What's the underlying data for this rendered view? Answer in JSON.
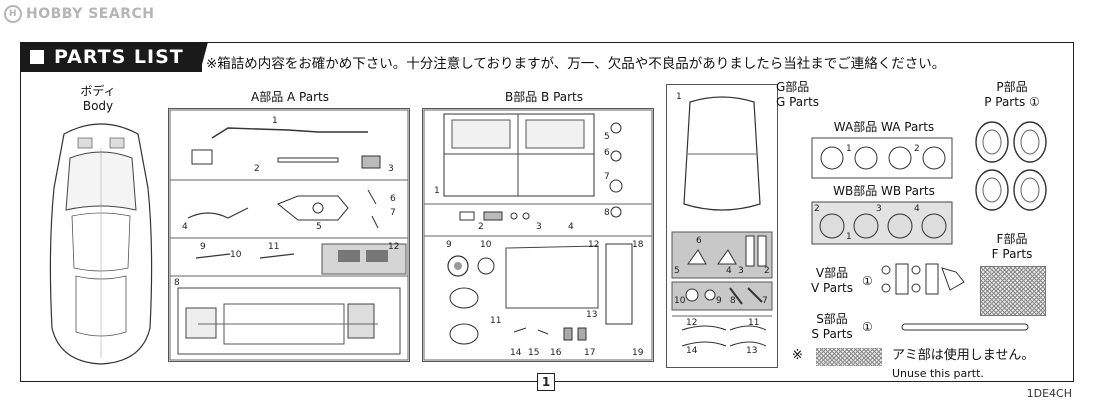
{
  "watermark": {
    "logo": "H",
    "text": "HOBBY SEARCH"
  },
  "header": {
    "title": "PARTS LIST"
  },
  "notice": "※箱詰め内容をお確かめ下さい。十分注意しておりますが、万一、欠品や不良品がありましたら当社までご連絡ください。",
  "body": {
    "label_jp": "ボディ",
    "label_en": "Body"
  },
  "a_parts": {
    "label": "A部品 A Parts",
    "numbers": [
      "1",
      "2",
      "3",
      "4",
      "5",
      "6",
      "7",
      "8",
      "9",
      "10",
      "11",
      "12"
    ]
  },
  "b_parts": {
    "label": "B部品 B Parts",
    "numbers": [
      "1",
      "2",
      "3",
      "4",
      "5",
      "6",
      "7",
      "8",
      "9",
      "10",
      "11",
      "12",
      "13",
      "14",
      "15",
      "16",
      "17",
      "18",
      "19"
    ]
  },
  "g_parts": {
    "label_jp": "G部品",
    "label_en": "G Parts",
    "numbers": [
      "1",
      "2",
      "3",
      "4",
      "5",
      "6",
      "7",
      "8",
      "9",
      "10",
      "11",
      "12",
      "13",
      "14"
    ]
  },
  "wa_parts": {
    "label": "WA部品  WA Parts",
    "numbers": [
      "1",
      "2"
    ]
  },
  "wb_parts": {
    "label": "WB部品  WB Parts",
    "numbers": [
      "1",
      "2",
      "3",
      "4"
    ]
  },
  "p_parts": {
    "label_jp": "P部品",
    "label_en": "P Parts ①"
  },
  "f_parts": {
    "label_jp": "F部品",
    "label_en": "F Parts"
  },
  "v_parts": {
    "label_jp": "V部品",
    "label_en": "V Parts",
    "qty": "①"
  },
  "s_parts": {
    "label_jp": "S部品",
    "label_en": "S Parts",
    "qty": "①"
  },
  "unused": {
    "mark": "※",
    "text_jp": "アミ部は使用しません。",
    "text_en": "Unuse this partt."
  },
  "page": {
    "number": "1",
    "code": "1DE4CH"
  }
}
